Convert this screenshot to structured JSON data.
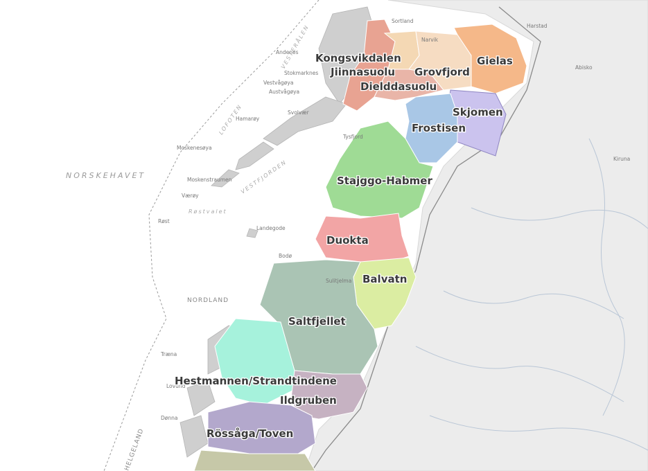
{
  "sea_label": "NORSKEHAVET",
  "county_labels": {
    "nordland": "NORDLAND",
    "helgeland": "HELGELAND"
  },
  "fjord_labels": {
    "vestfjorden": "VESTFJORDEN",
    "lofoten": "LOFOTEN",
    "vesteralen": "VESTERÅLEN",
    "rostvalet": "Røstvalet"
  },
  "places": {
    "andenes": "Andenes",
    "sortland": "Sortland",
    "stokmarknes": "Stokmarknes",
    "austvagoy": "Austvågøya",
    "svolvaer": "Svolvær",
    "vestvagoy": "Vestvågøya",
    "moskenesoy": "Moskenesøya",
    "moskenstraumen": "Moskenstraumen",
    "vaeroy": "Værøy",
    "rost": "Røst",
    "landego": "Landegode",
    "bodo": "Bodø",
    "traena": "Træna",
    "lovund": "Lovund",
    "donna": "Dønna",
    "narvik": "Narvik",
    "harstad": "Harstad",
    "kiruna": "Kiruna",
    "abisko": "Abisko",
    "tysfjord": "Tysfjord",
    "hamaroy": "Hamarøy",
    "sulitjelma": "Sulitjelma"
  },
  "regions": {
    "kongsvikdalen": {
      "label": "Kongsvikdalen",
      "color": "#e8a392"
    },
    "jiinnasuolu": {
      "label": "Jiinnasuolu",
      "color": "#f4d8b4"
    },
    "dielddasuolu": {
      "label": "Dielddasuolu",
      "color": "#e9b5a8"
    },
    "grovfjord": {
      "label": "Grovfjord",
      "color": "#f6dcc2"
    },
    "gielas": {
      "label": "Gielas",
      "color": "#f5b889"
    },
    "skjomen": {
      "label": "Skjomen",
      "color": "#cbc3ee"
    },
    "frostisen": {
      "label": "Frostisen",
      "color": "#a9c7e6"
    },
    "stajggo_habmer": {
      "label": "Stajggo-Habmer",
      "color": "#9fdb95"
    },
    "duokta": {
      "label": "Duokta",
      "color": "#f2a5a5"
    },
    "balvatn": {
      "label": "Balvatn",
      "color": "#dbeda2"
    },
    "saltfjellet": {
      "label": "Saltfjellet",
      "color": "#aac4b4"
    },
    "hestmannen_strandtindene": {
      "label": "Hestmannen/Strandtindene",
      "color": "#a6f2dc"
    },
    "ildgruben": {
      "label": "Ildgruben",
      "color": "#c6b2c2"
    },
    "rossaga_toven": {
      "label": "Rössåga/Toven",
      "color": "#b3a8cc"
    },
    "south": {
      "label": "",
      "color": "#c6c8a8"
    }
  }
}
